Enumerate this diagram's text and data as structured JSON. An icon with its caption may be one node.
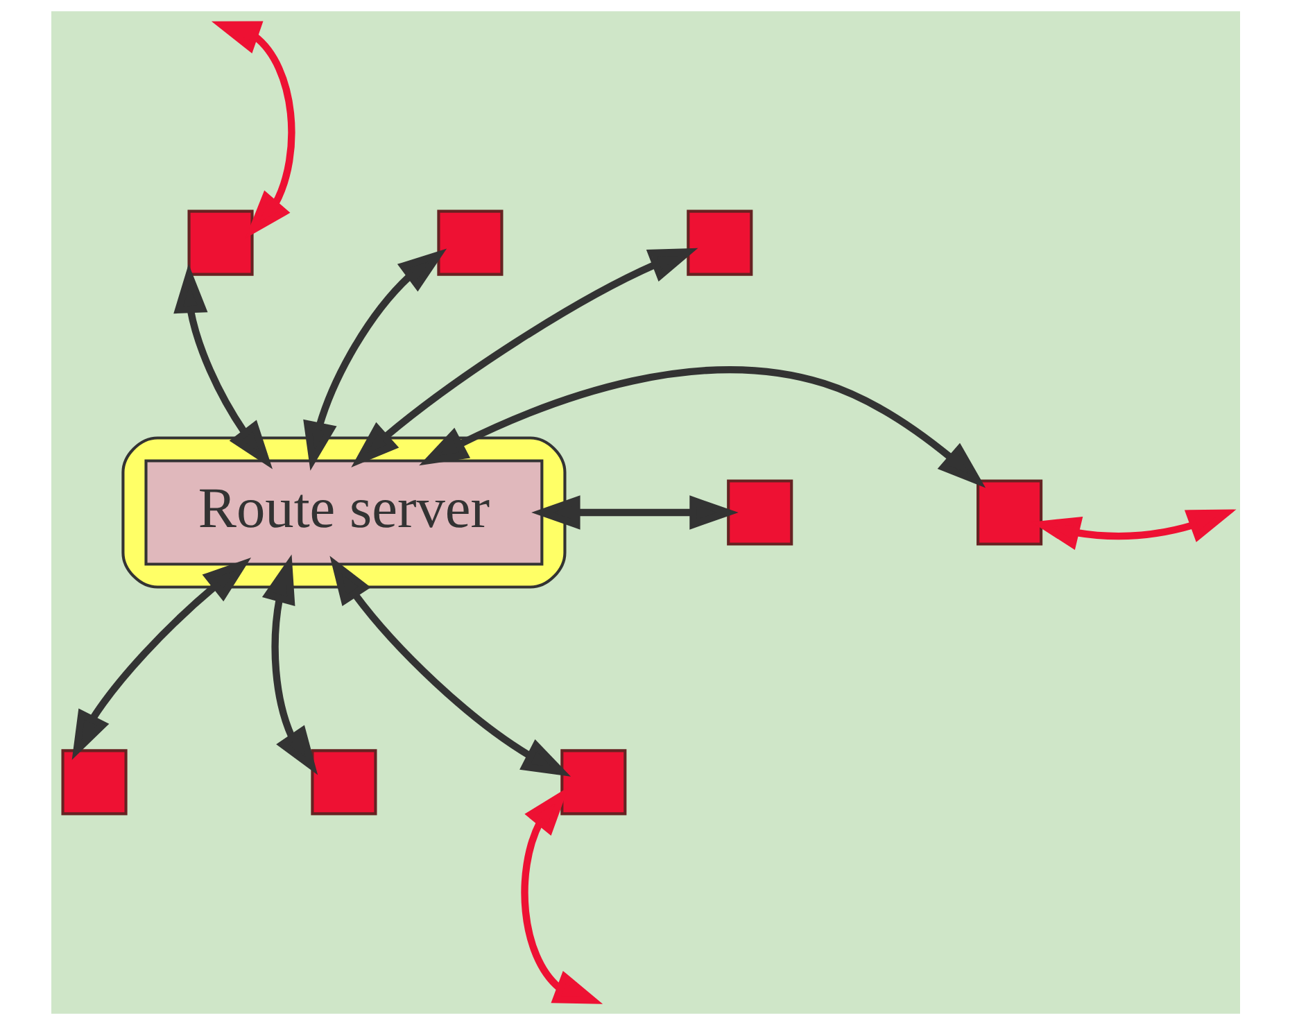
{
  "diagram": {
    "nodes": [
      {
        "text": [],
        "shape": "ellipse"
      },
      {
        "text": [
          "Route server"
        ],
        "in": 0
      },
      {
        "text": [],
        "shape": "box"
      },
      {
        "text": [],
        "shape": "box"
      },
      {
        "text": [],
        "shape": "box"
      },
      {
        "text": [],
        "shape": "box"
      },
      {
        "text": [],
        "shape": "box"
      },
      {
        "text": [],
        "shape": "box"
      },
      {
        "text": [],
        "shape": "box"
      },
      {
        "text": [],
        "shape": "box"
      }
    ],
    "edges": [
      {
        "from": 1,
        "to": 2,
        "arrow": "both"
      },
      {
        "from": 1,
        "to": 3,
        "arrow": "both"
      },
      {
        "from": 1,
        "to": 4,
        "arrow": "both"
      },
      {
        "from": 1,
        "to": 5,
        "arrow": "both"
      },
      {
        "from": 1,
        "to": 6,
        "arrow": "both"
      },
      {
        "from": 1,
        "to": 7,
        "arrow": "both"
      },
      {
        "from": 1,
        "to": 8,
        "arrow": "both"
      },
      {
        "from": 1,
        "to": 9,
        "arrow": "both"
      },
      {
        "from": 2,
        "to": null,
        "arrow": "both",
        "color": "#ee1133"
      },
      {
        "from": 6,
        "to": null,
        "arrow": "both",
        "color": "#ee1133"
      },
      {
        "from": 9,
        "to": null,
        "arrow": "both",
        "color": "#ee1133"
      }
    ]
  }
}
